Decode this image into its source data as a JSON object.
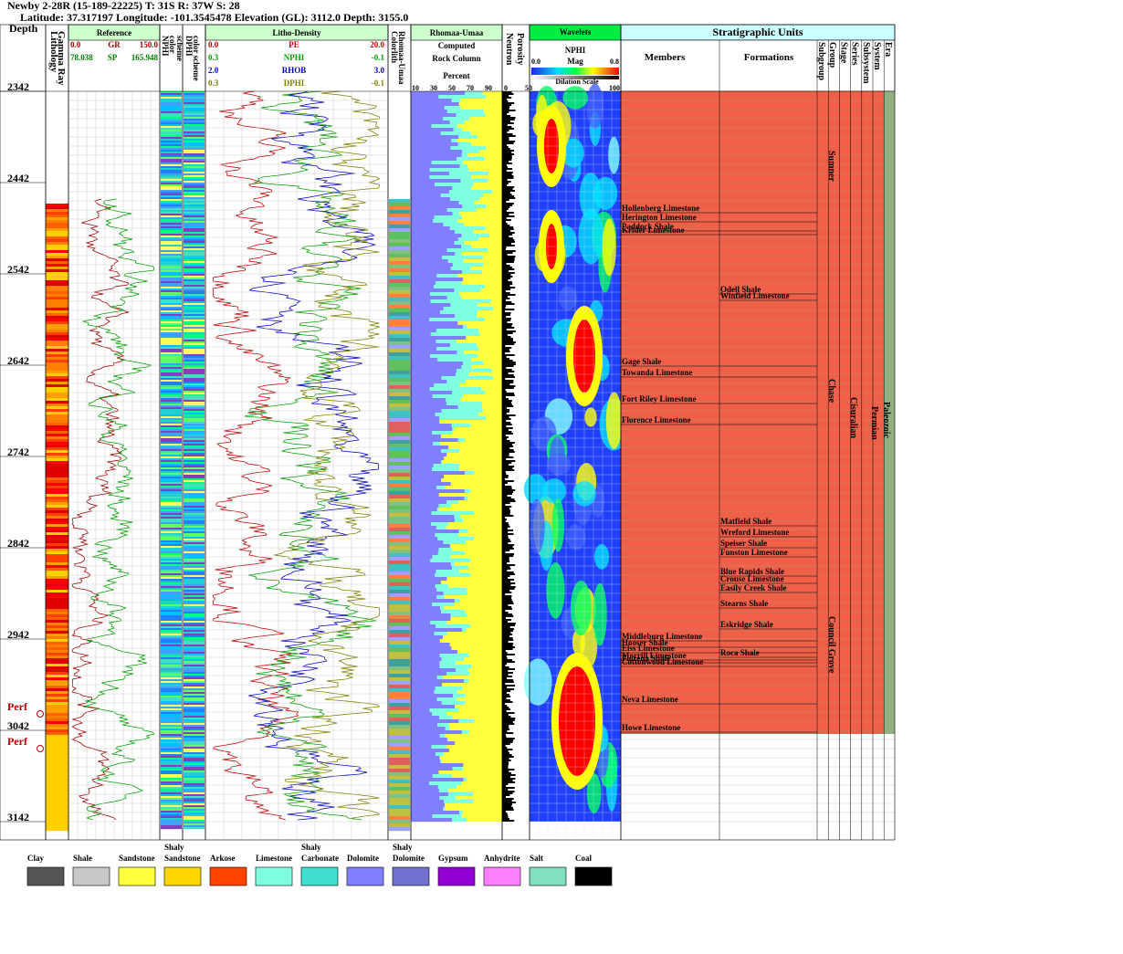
{
  "header": {
    "line1": "Newby 2-28R (15-189-22225) T: 31S R: 37W S: 28",
    "line2": "Latitude: 37.317197 Longitude: -101.3545478 Elevation (GL): 3112.0 Depth: 3155.0"
  },
  "tracks": {
    "depth": "Depth",
    "lithology": "Lithology",
    "gamma": "Gamma Ray",
    "reference": "Reference",
    "gr": {
      "name": "GR",
      "min": "0.0",
      "max": "150.0"
    },
    "sp": {
      "name": "SP",
      "min": "78.038",
      "max": "165.948"
    },
    "nphi_scheme": [
      "NPHI",
      "color",
      "scheme"
    ],
    "dphi_scheme": [
      "DPHI",
      "color scheme"
    ],
    "litho_density": "Litho-Density",
    "pe": {
      "name": "PE",
      "min": "0.0",
      "max": "20.0"
    },
    "nphi": {
      "name": "NPHI",
      "min": "0.3",
      "max": "-0.1"
    },
    "rhob": {
      "name": "RHOB",
      "min": "2.0",
      "max": "3.0"
    },
    "dphi": {
      "name": "DPHI",
      "min": "0.3",
      "max": "-0.1"
    },
    "colorlith": "Colorlith",
    "rhomaa_umaa_v": "Rhomaa-Umaa",
    "rhomaa_umaa": "Rhomaa-Umaa",
    "computed": "Computed",
    "rock_column": "Rock Column",
    "percent": "Percent",
    "percent_ticks": [
      "10",
      "30",
      "50",
      "70",
      "90"
    ],
    "neutron": "Neutron",
    "porosity": "Porosity",
    "neutron_ticks": [
      "0",
      "50"
    ],
    "wavelets": "Wavelets",
    "wavelet_curve": "NPHI",
    "mag": "Mag",
    "mag_min": "0.0",
    "mag_max": "0.8",
    "dilation": "Dilation Scale",
    "dil_max": "100",
    "strat": "Stratigraphic Units",
    "members": "Members",
    "formations": "Formations",
    "strat_cols": [
      "Subgroup",
      "Group",
      "Stage",
      "Series",
      "Subsystem",
      "System",
      "Era"
    ]
  },
  "depth_ticks": [
    "2342",
    "2442",
    "2542",
    "2642",
    "2742",
    "2842",
    "2942",
    "3042",
    "3142"
  ],
  "perfs": [
    {
      "label": "Perf",
      "depth": 3020
    },
    {
      "label": "Perf",
      "depth": 3058
    }
  ],
  "members": [
    {
      "name": "Hollenberg Limestone",
      "depth": 2475
    },
    {
      "name": "Herington Limestone",
      "depth": 2485
    },
    {
      "name": "Paddock Shale",
      "depth": 2495
    },
    {
      "name": "Krider Limestone",
      "depth": 2499
    },
    {
      "name": "Gage Shale",
      "depth": 2643
    },
    {
      "name": "Towanda Limestone",
      "depth": 2655
    },
    {
      "name": "Fort Riley Limestone",
      "depth": 2684
    },
    {
      "name": "Florence Limestone",
      "depth": 2707
    },
    {
      "name": "Middleburg Limestone",
      "depth": 2944
    },
    {
      "name": "Hooser Shale",
      "depth": 2951
    },
    {
      "name": "Eiss Limestone",
      "depth": 2957
    },
    {
      "name": "Morrill Limestone",
      "depth": 2965
    },
    {
      "name": "Florena Shale",
      "depth": 2968
    },
    {
      "name": "Cottonwood Limestone",
      "depth": 2972
    },
    {
      "name": "Neva Limestone",
      "depth": 3013
    },
    {
      "name": "Howe Limestone",
      "depth": 3044
    }
  ],
  "formations": [
    {
      "name": "Odell Shale",
      "depth": 2564
    },
    {
      "name": "Winfield Limestone",
      "depth": 2571
    },
    {
      "name": "Matfield Shale",
      "depth": 2818
    },
    {
      "name": "Wreford Limestone",
      "depth": 2830
    },
    {
      "name": "Speiser Shale",
      "depth": 2842
    },
    {
      "name": "Funston Limestone",
      "depth": 2852
    },
    {
      "name": "Blue Rapids Shale",
      "depth": 2873
    },
    {
      "name": "Crouse Limestone",
      "depth": 2881
    },
    {
      "name": "Easily Creek Shale",
      "depth": 2891
    },
    {
      "name": "Stearns Shale",
      "depth": 2908
    },
    {
      "name": "Eskridge Shale",
      "depth": 2931
    },
    {
      "name": "Roca Shale",
      "depth": 2962
    }
  ],
  "units": {
    "sumner": "Sumner",
    "chase": "Chase",
    "council_grove": "Council Grove",
    "cisuralian": "Cisuralian",
    "permian": "Permian",
    "paleozoic": "Paleozoic"
  },
  "legend": [
    {
      "label": "Clay",
      "color": "#555555"
    },
    {
      "label": "Shale",
      "color": "#c8c8c8"
    },
    {
      "label": "Sandstone",
      "color": "#ffff40"
    },
    {
      "label": "Shaly Sandstone",
      "color": "#ffd700"
    },
    {
      "label": "Arkose",
      "color": "#ff4500"
    },
    {
      "label": "Limestone",
      "color": "#7fffe0"
    },
    {
      "label": "Shaly Carbonate",
      "color": "#40e0d0"
    },
    {
      "label": "Dolomite",
      "color": "#8080ff"
    },
    {
      "label": "Shaly Dolomite",
      "color": "#7070d0"
    },
    {
      "label": "Gypsum",
      "color": "#9400d3"
    },
    {
      "label": "Anhydrite",
      "color": "#ff80ff"
    },
    {
      "label": "Salt",
      "color": "#80e0c0"
    },
    {
      "label": "Coal",
      "color": "#000000"
    }
  ],
  "chart_data": {
    "type": "line",
    "title": "",
    "depth_range": [
      2342,
      3155
    ],
    "xlabel": "",
    "ylabel": "Depth",
    "grid": true,
    "strat_fill_color": "#f06048",
    "series": [
      {
        "name": "GR",
        "range": [
          0,
          150
        ],
        "color": "#a00000"
      },
      {
        "name": "SP",
        "range": [
          78.038,
          165.948
        ],
        "color": "#00a000"
      },
      {
        "name": "PE",
        "range": [
          0,
          20
        ],
        "color": "#c00000"
      },
      {
        "name": "NPHI",
        "range": [
          0.3,
          -0.1
        ],
        "color": "#00a000"
      },
      {
        "name": "RHOB",
        "range": [
          2.0,
          3.0
        ],
        "color": "#0000c0"
      },
      {
        "name": "DPHI",
        "range": [
          0.3,
          -0.1
        ],
        "color": "#808000"
      }
    ]
  }
}
